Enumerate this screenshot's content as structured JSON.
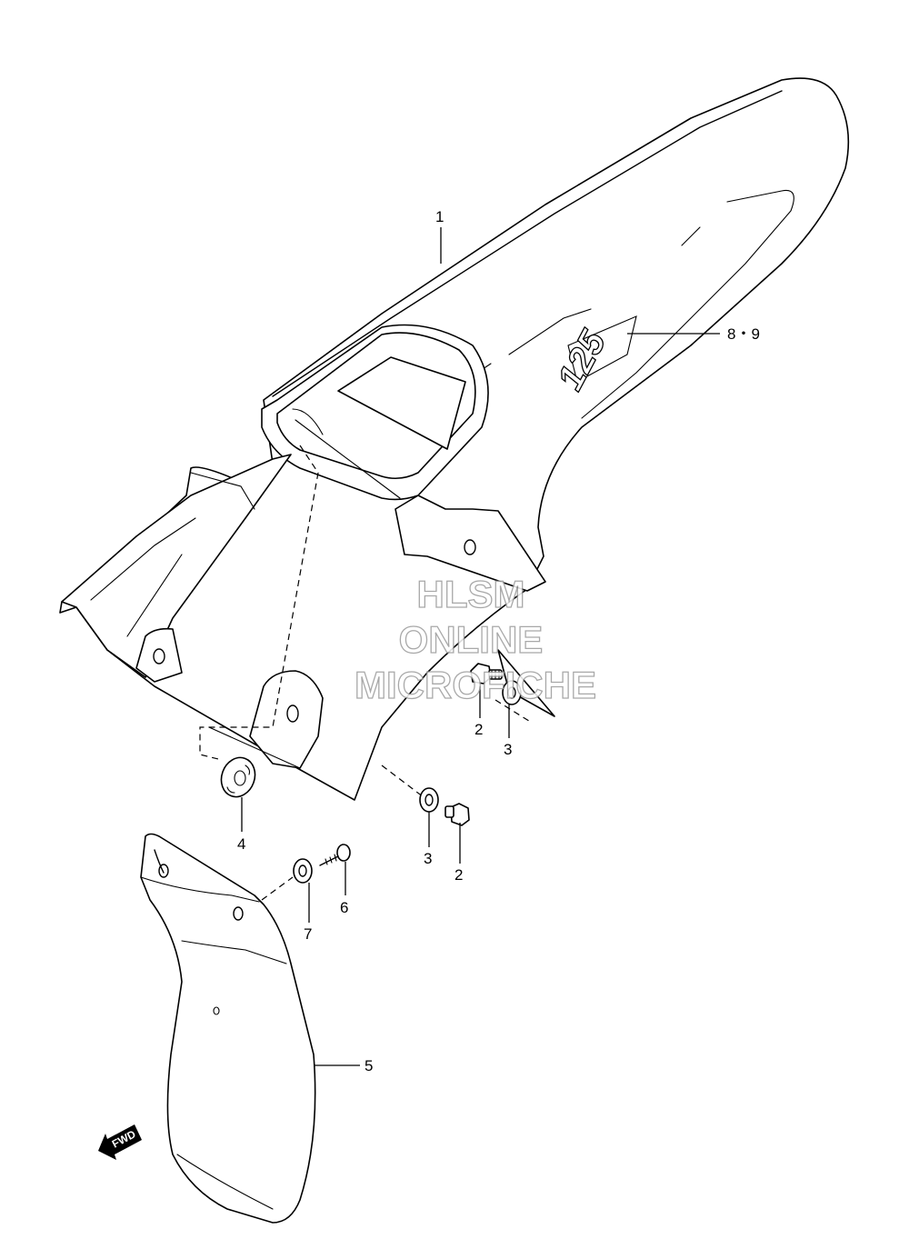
{
  "callouts": {
    "p1": "1",
    "p2a": "2",
    "p3a": "3",
    "p4": "4",
    "p3b": "3",
    "p2b": "2",
    "p6": "6",
    "p7": "7",
    "p5": "5",
    "p89": "8・9"
  },
  "decal_text": "125",
  "fwd_label": "FWD",
  "watermark": {
    "line1": "HLSM",
    "line2": "ONLINE",
    "line3": "MICROFICHE"
  },
  "colors": {
    "line": "#000000",
    "background": "#ffffff",
    "watermark_outline": "#9a9a9a"
  }
}
